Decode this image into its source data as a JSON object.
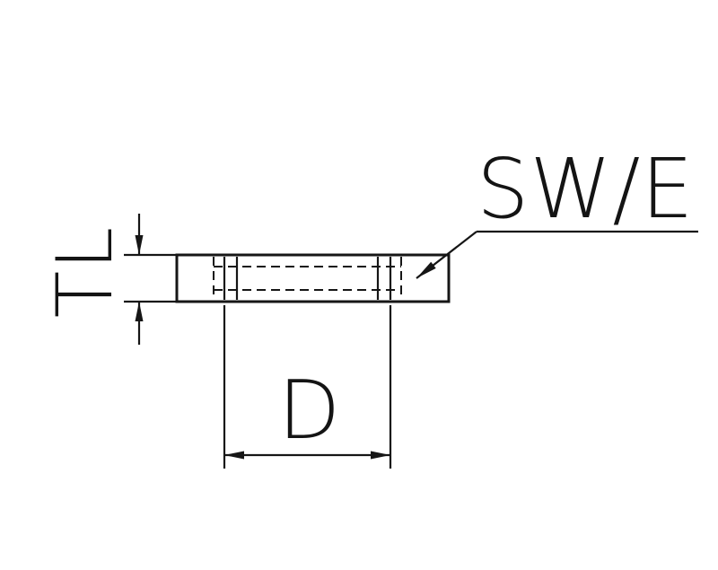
{
  "diagram": {
    "labels": {
      "thickness": "TL",
      "wrench_size": "SW/E",
      "diameter": "D"
    },
    "colors": {
      "line": "#161616",
      "background": "#ffffff"
    }
  }
}
